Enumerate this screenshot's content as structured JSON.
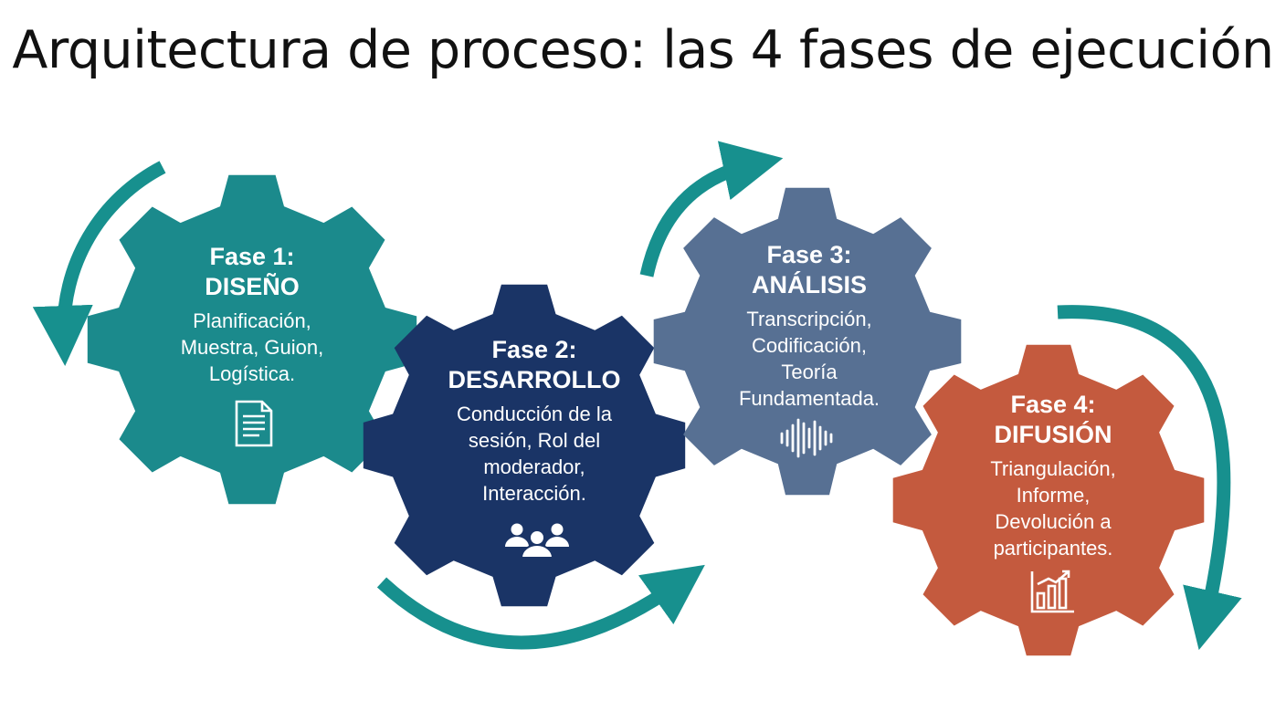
{
  "title": "Arquitectura de proceso: las 4 fases de ejecución",
  "colors": {
    "phase1": "#1b8a8c",
    "phase2": "#1a3466",
    "phase3": "#577093",
    "phase4": "#c45a3e",
    "arrow": "#17908e"
  },
  "phases": [
    {
      "label": "Fase 1:",
      "name": "DISEÑO",
      "lines": [
        "Planificación,",
        "Muestra, Guion,",
        "Logística."
      ],
      "icon": "document-icon"
    },
    {
      "label": "Fase 2:",
      "name": "DESARROLLO",
      "lines": [
        "Conducción de la",
        "sesión, Rol del",
        "moderador,",
        "Interacción."
      ],
      "icon": "people-icon"
    },
    {
      "label": "Fase 3:",
      "name": "ANÁLISIS",
      "lines": [
        "Transcripción,",
        "Codificación,",
        "Teoría",
        "Fundamentada."
      ],
      "icon": "audio-waveform-icon"
    },
    {
      "label": "Fase 4:",
      "name": "DIFUSIÓN",
      "lines": [
        "Triangulación,",
        "Informe,",
        "Devolución a",
        "participantes."
      ],
      "icon": "bar-chart-icon"
    }
  ]
}
